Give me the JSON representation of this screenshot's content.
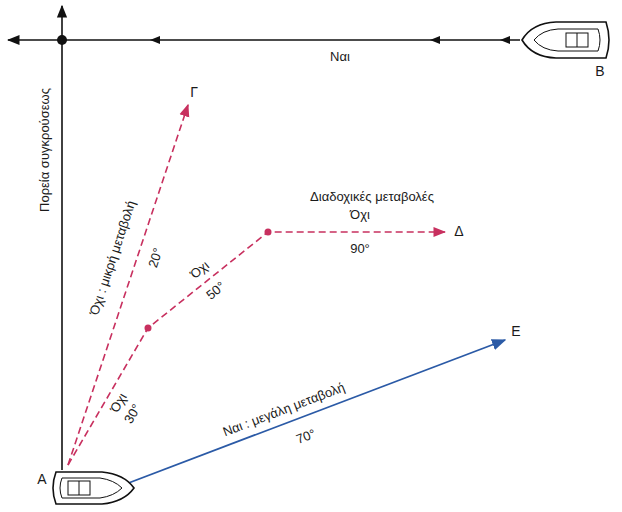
{
  "diagram": {
    "labels": [
      "Ναι",
      "Β",
      "Πορεία συγκρούσεως",
      "Γ",
      "Όχι : μικρή μεταβολή",
      "20°",
      "Όχι",
      "30°",
      "Όχι",
      "50°",
      "Διαδοχικές μεταβολές",
      "Όχι",
      "90°",
      "Δ",
      "Ναι : μεγάλη μεταβολή",
      "70°",
      "Ε",
      "Α"
    ]
  }
}
